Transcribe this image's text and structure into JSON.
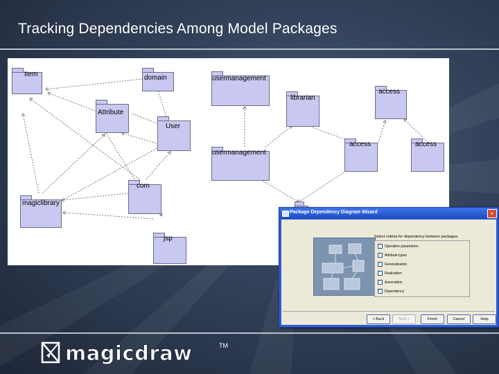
{
  "slide": {
    "title": "Tracking Dependencies Among Model Packages"
  },
  "diagram": {
    "packages": [
      {
        "id": "item",
        "label": "Item"
      },
      {
        "id": "domain",
        "label": "domain"
      },
      {
        "id": "attribute",
        "label": "Attribute"
      },
      {
        "id": "user",
        "label": "User"
      },
      {
        "id": "com",
        "label": "com"
      },
      {
        "id": "magiclibrary",
        "label": "magiclibrary"
      },
      {
        "id": "jsp",
        "label": "jsp"
      },
      {
        "id": "usermanagement-top",
        "label": "usermanagement"
      },
      {
        "id": "librarian",
        "label": "librarian"
      },
      {
        "id": "access-top",
        "label": "access"
      },
      {
        "id": "usermanagement-mid",
        "label": "usermanagement"
      },
      {
        "id": "access-mid",
        "label": "access"
      },
      {
        "id": "access-right",
        "label": "access"
      }
    ]
  },
  "wizard": {
    "title": "Package Dependency Diagram Wizard",
    "close_glyph": "×",
    "instruction": "Select criteria for dependency between packages:",
    "criteria": [
      {
        "label": "Operation parameters",
        "checked": true
      },
      {
        "label": "Attribute types",
        "checked": true
      },
      {
        "label": "Generalization",
        "checked": true
      },
      {
        "label": "Realization",
        "checked": true
      },
      {
        "label": "Association",
        "checked": true
      },
      {
        "label": "Dependency",
        "checked": true
      }
    ],
    "buttons": {
      "back": "< Back",
      "next": "Next >",
      "finish": "Finish",
      "cancel": "Cancel",
      "help": "Help"
    }
  },
  "logo": {
    "text": "magicdraw",
    "trademark": "TM"
  }
}
